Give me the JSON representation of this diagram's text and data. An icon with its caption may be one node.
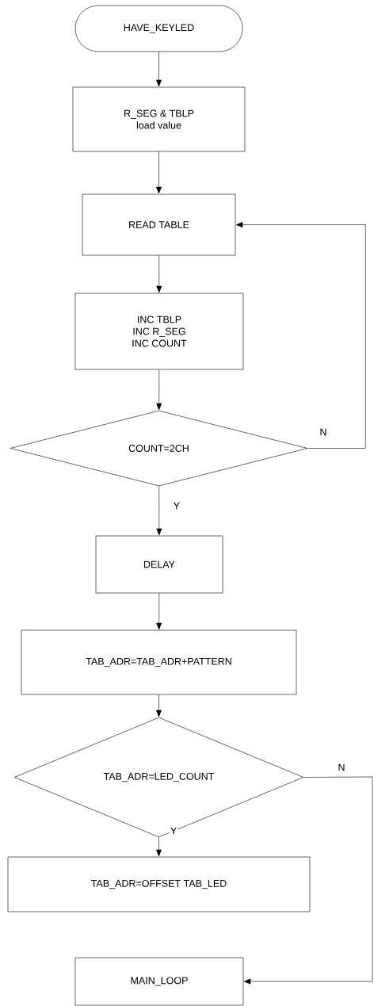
{
  "diagram": {
    "nodes": [
      {
        "text": [
          "HAVE_KEYLED"
        ]
      },
      {
        "text": [
          "R_SEG & TBLP",
          "load value"
        ]
      },
      {
        "text": [
          "READ TABLE"
        ]
      },
      {
        "text": [
          "INC TBLP",
          "INC R_SEG",
          "INC COUNT"
        ]
      },
      {
        "text": [
          "COUNT=2CH"
        ]
      },
      {
        "text": [
          "DELAY"
        ]
      },
      {
        "text": [
          "TAB_ADR=TAB_ADR+PATTERN"
        ]
      },
      {
        "text": [
          "TAB_ADR=LED_COUNT"
        ]
      },
      {
        "text": [
          "TAB_ADR=OFFSET TAB_LED"
        ]
      },
      {
        "text": [
          "MAIN_LOOP"
        ]
      }
    ],
    "edges": [
      {
        "from": 0,
        "to": 1,
        "arrow": "to"
      },
      {
        "from": 1,
        "to": 2,
        "arrow": "to"
      },
      {
        "from": 2,
        "to": 3,
        "arrow": "to"
      },
      {
        "from": 3,
        "to": 4,
        "arrow": "to"
      },
      {
        "from": 4,
        "to": 5,
        "arrow": "to",
        "label": "Y"
      },
      {
        "from": 4,
        "to": 2,
        "arrow": "to",
        "label": "N"
      },
      {
        "from": 5,
        "to": 6,
        "arrow": "to"
      },
      {
        "from": 6,
        "to": 7,
        "arrow": "to"
      },
      {
        "from": 7,
        "to": 8,
        "arrow": "to",
        "label": "Y"
      },
      {
        "from": 7,
        "to": 9,
        "arrow": "to",
        "label": "N"
      }
    ]
  }
}
